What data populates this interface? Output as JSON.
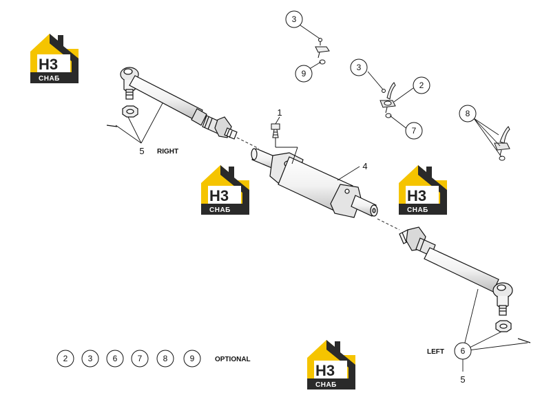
{
  "labels": {
    "right": "RIGHT",
    "left": "LEFT",
    "optional": "OPTIONAL"
  },
  "logo": {
    "mark": "H3",
    "subtext": "СНАБ",
    "accent_color": "#f5c400",
    "dark_color": "#2a2a2a"
  },
  "callouts": {
    "c1": "1",
    "c2": "2",
    "c3a": "3",
    "c3b": "3",
    "c4": "4",
    "c5_right": "5",
    "c5_left": "5",
    "c6": "6",
    "c7": "7",
    "c8": "8",
    "c9": "9"
  },
  "optional_parts": [
    "2",
    "3",
    "6",
    "7",
    "8",
    "9"
  ]
}
